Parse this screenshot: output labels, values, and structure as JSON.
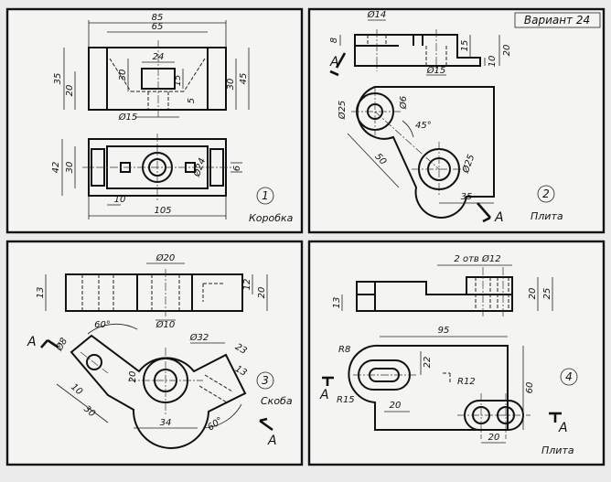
{
  "variant_label": "Вариант 24",
  "panels": [
    {
      "number": "1",
      "name": "Коробка",
      "dimensions": [
        "85",
        "65",
        "35",
        "20",
        "30",
        "24",
        "15",
        "5",
        "30",
        "45",
        "Ø15",
        "42",
        "30",
        "Ø24",
        "6",
        "10",
        "105"
      ]
    },
    {
      "number": "2",
      "name": "Плита",
      "dimensions": [
        "Ø14",
        "8",
        "15",
        "20",
        "10",
        "Ø15",
        "Ø25",
        "Ø6",
        "45°",
        "50",
        "Ø25",
        "35"
      ],
      "section_labels": [
        "A",
        "A"
      ]
    },
    {
      "number": "3",
      "name": "Скоба",
      "dimensions": [
        "Ø20",
        "13",
        "12",
        "20",
        "Ø10",
        "60°",
        "Ø8",
        "Ø32",
        "23",
        "20",
        "13",
        "10",
        "30",
        "34",
        "60°"
      ],
      "section_labels": [
        "A",
        "A"
      ]
    },
    {
      "number": "4",
      "name": "Плита",
      "dimensions": [
        "2 отв Ø12",
        "13",
        "20",
        "25",
        "95",
        "R8",
        "22",
        "R12",
        "60",
        "R15",
        "20",
        "20"
      ],
      "section_labels": [
        "A",
        "A"
      ]
    }
  ]
}
